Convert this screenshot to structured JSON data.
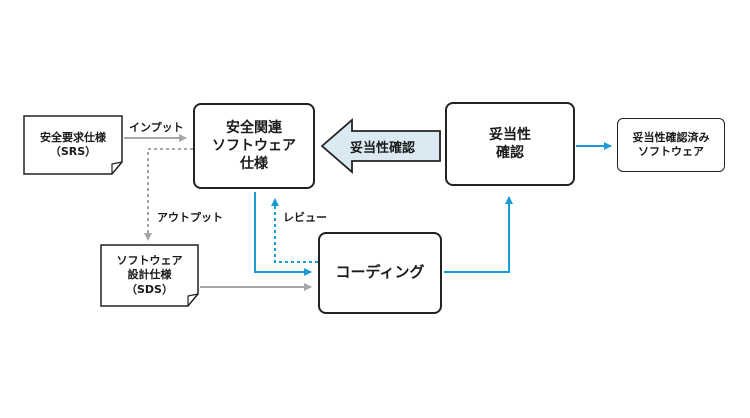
{
  "nodes": {
    "srs": {
      "lines": [
        "安全要求仕様",
        "（SRS）"
      ]
    },
    "safety_spec": {
      "lines": [
        "安全関連",
        "ソフトウェア",
        "仕様"
      ]
    },
    "sds": {
      "lines": [
        "ソフトウェア",
        "設計仕様",
        "（SDS）"
      ]
    },
    "coding": {
      "lines": [
        "コーディング"
      ]
    },
    "validation": {
      "lines": [
        "妥当性",
        "確認"
      ]
    },
    "validated": {
      "lines": [
        "妥当性確認済み",
        "ソフトウェア"
      ]
    }
  },
  "edges": {
    "input": "インプット",
    "output": "アウトプット",
    "review": "レビュー",
    "validation_feedback": "妥当性確認"
  },
  "colors": {
    "blue": "#1c9ad6",
    "gray": "#a7a7a7",
    "big_arrow_fill": "#dbe9f2"
  }
}
